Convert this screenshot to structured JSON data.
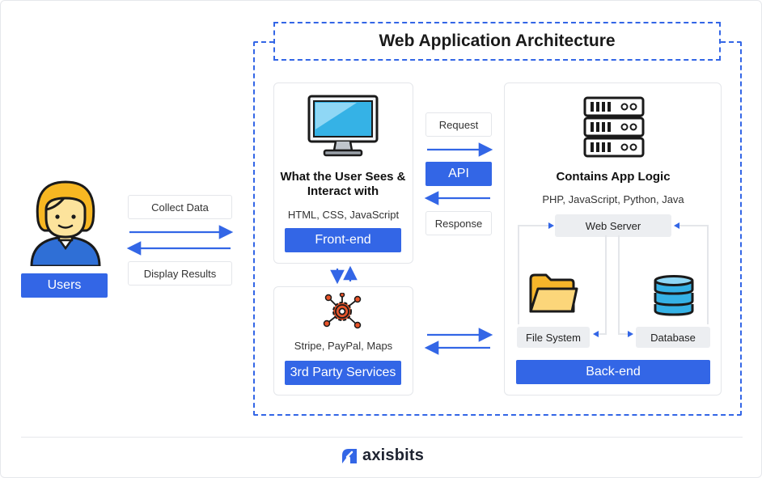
{
  "title": "Web Application Architecture",
  "users": {
    "label": "Users"
  },
  "user_flow": {
    "collect": "Collect Data",
    "display": "Display Results"
  },
  "frontend": {
    "heading": "What the User Sees & Interact with",
    "tech": "HTML, CSS, JavaScript",
    "label": "Front-end"
  },
  "api": {
    "request": "Request",
    "label": "API",
    "response": "Response"
  },
  "third_party": {
    "tech": "Stripe, PayPal, Maps",
    "label": "3rd Party Services"
  },
  "backend": {
    "heading": "Contains App Logic",
    "tech": "PHP, JavaScript, Python, Java",
    "web_server": "Web Server",
    "file_system": "File System",
    "database": "Database",
    "label": "Back-end"
  },
  "brand": {
    "name": "axisbits"
  },
  "colors": {
    "accent": "#3366E6",
    "folder": "#F6B52A",
    "database": "#35B2E6",
    "gear": "#E8542A",
    "avatar_hair": "#F7B722",
    "avatar_skin": "#FCE39C"
  }
}
